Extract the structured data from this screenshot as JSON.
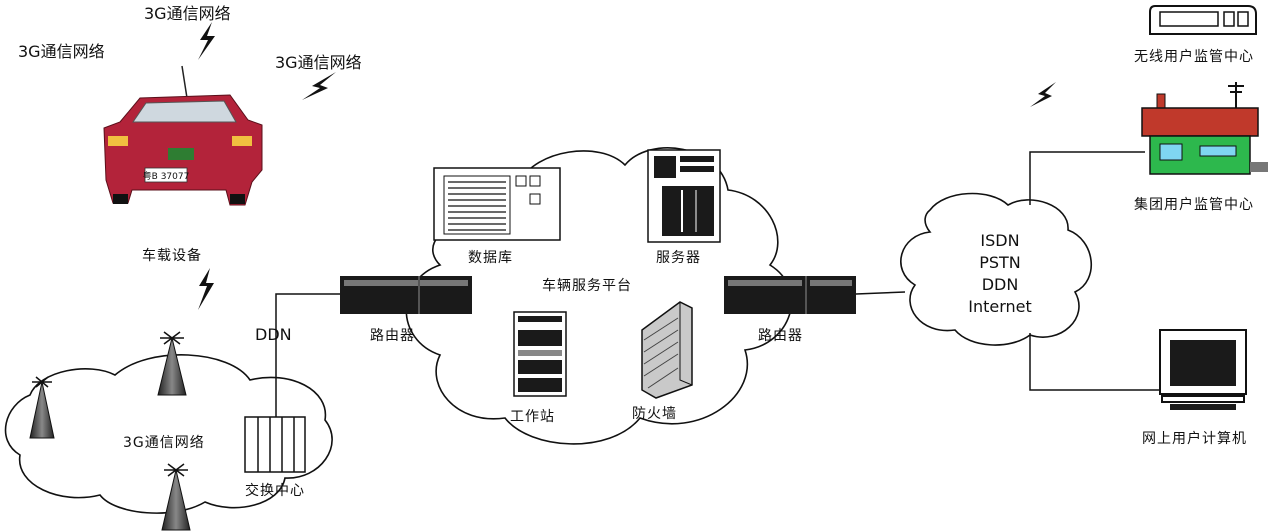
{
  "labels": {
    "network_top": "3G通信网络",
    "network_left": "3G通信网络",
    "network_right": "3G通信网络",
    "network_cloud": "3G通信网络",
    "vehicle_device": "车载设备",
    "ddn": "DDN",
    "switch_center": "交换中心",
    "router_left": "路由器",
    "router_right": "路由器",
    "database": "数据库",
    "server": "服务器",
    "platform": "车辆服务平台",
    "workstation": "工作站",
    "firewall": "防火墙",
    "wireless_center": "无线用户监管中心",
    "group_center": "集团用户监管中心",
    "online_pc": "网上用户计算机",
    "plate": "粤B 37077"
  },
  "wan_cloud": {
    "lines": [
      "ISDN",
      "PSTN",
      "DDN",
      "Internet"
    ]
  },
  "colors": {
    "car_body": "#b3233a",
    "house_roof": "#c0392b",
    "house_wall": "#2db84d",
    "house_window": "#7fd6f2",
    "device_dark": "#1a1a1a"
  }
}
